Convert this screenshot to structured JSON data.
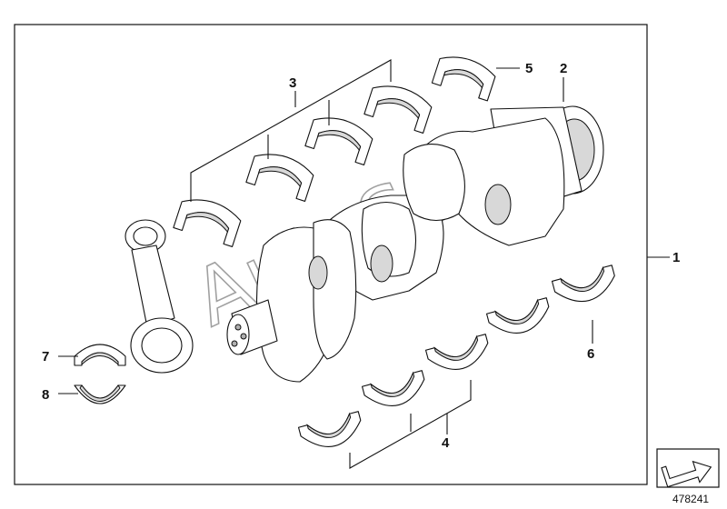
{
  "diagram": {
    "callouts": [
      {
        "key": "c1",
        "label": "1"
      },
      {
        "key": "c2",
        "label": "2"
      },
      {
        "key": "c3",
        "label": "3"
      },
      {
        "key": "c4",
        "label": "4"
      },
      {
        "key": "c5",
        "label": "5"
      },
      {
        "key": "c6",
        "label": "6"
      },
      {
        "key": "c7",
        "label": "7"
      },
      {
        "key": "c8",
        "label": "8"
      }
    ],
    "watermark": "AutoSoft",
    "part_number": "478241",
    "icon": "corner-arrow-icon"
  }
}
